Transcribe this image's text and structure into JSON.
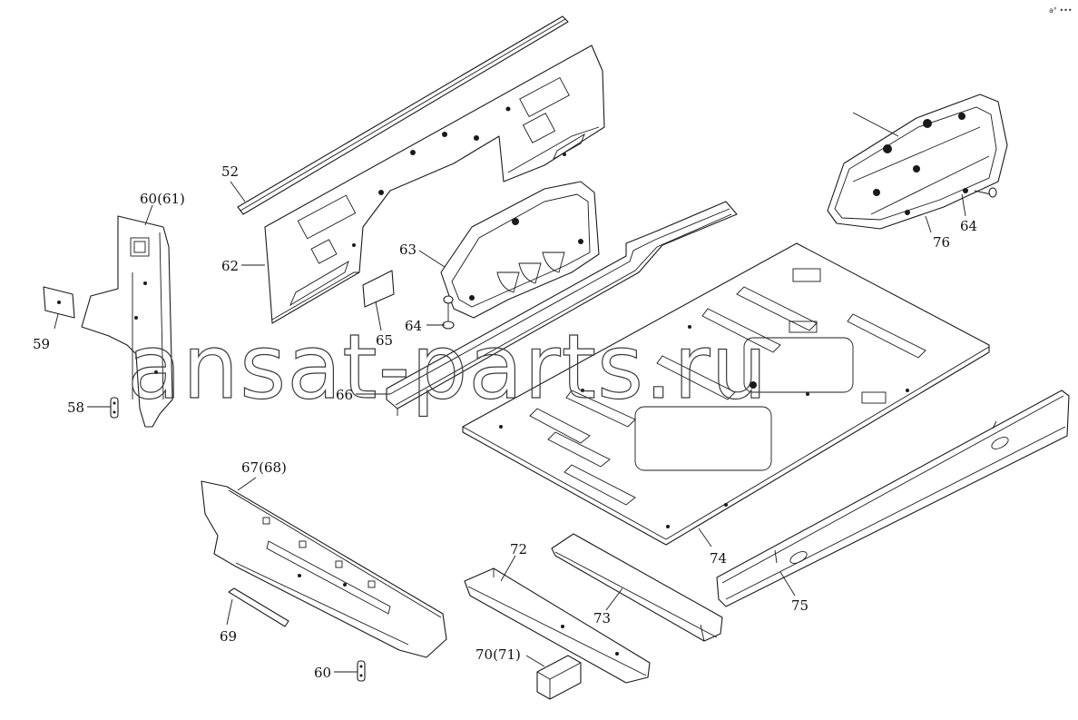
{
  "watermark": "ansat-parts.ru",
  "corner_mark": "a° •••",
  "callouts": {
    "c52": "52",
    "c60_61": "60(61)",
    "c62": "62",
    "c63": "63",
    "c64a": "64",
    "c65": "65",
    "c66": "66",
    "c59": "59",
    "c58": "58",
    "c64b": "64",
    "c76": "76",
    "c67_68": "67(68)",
    "c69": "69",
    "c60": "60",
    "c72": "72",
    "c73": "73",
    "c70_71": "70(71)",
    "c74": "74",
    "c75": "75"
  }
}
